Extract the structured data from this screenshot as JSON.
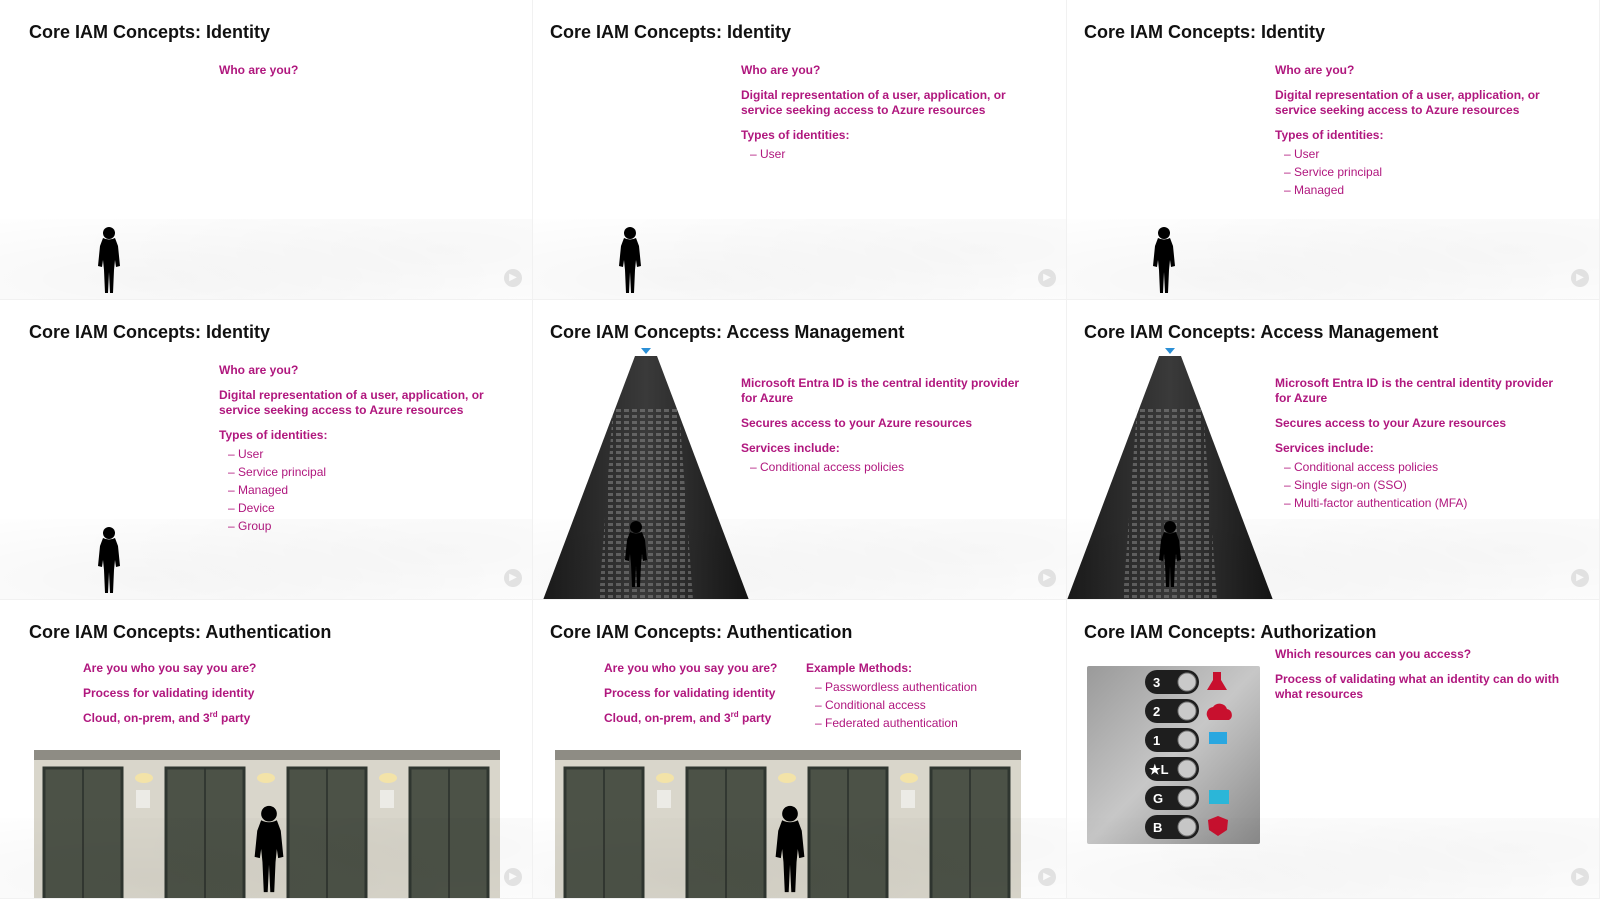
{
  "slides": [
    {
      "title": "Core IAM Concepts: Identity",
      "who": "Who are you?"
    },
    {
      "title": "Core IAM Concepts: Identity",
      "who": "Who are you?",
      "digital": "Digital representation of a user, application, or service seeking access to Azure resources",
      "types_label": "Types of identities:",
      "types": [
        "User"
      ]
    },
    {
      "title": "Core IAM Concepts: Identity",
      "who": "Who are you?",
      "digital": "Digital representation of a user, application, or service seeking access to Azure resources",
      "types_label": "Types of identities:",
      "types": [
        "User",
        "Service principal",
        "Managed"
      ]
    },
    {
      "title": "Core IAM Concepts: Identity",
      "who": "Who are you?",
      "digital": "Digital representation of a user, application, or service seeking access to Azure resources",
      "types_label": "Types of identities:",
      "types": [
        "User",
        "Service principal",
        "Managed",
        "Device",
        "Group"
      ]
    },
    {
      "title": "Core IAM Concepts: Access Management",
      "entra": "Microsoft Entra ID is the central identity provider for Azure",
      "secures": "Secures access to your Azure resources",
      "services_label": "Services include:",
      "services": [
        "Conditional access policies"
      ]
    },
    {
      "title": "Core IAM Concepts: Access Management",
      "entra": "Microsoft Entra ID is the central identity provider for Azure",
      "secures": "Secures access to your Azure resources",
      "services_label": "Services include:",
      "services": [
        "Conditional access policies",
        "Single sign-on (SSO)",
        "Multi-factor authentication (MFA)"
      ]
    },
    {
      "title": "Core IAM Concepts: Authentication",
      "q": "Are you who you say you are?",
      "process": "Process for validating identity",
      "cloud_prefix": "Cloud, on-prem, and 3",
      "cloud_sup": "rd",
      "cloud_suffix": " party"
    },
    {
      "title": "Core IAM Concepts: Authentication",
      "q": "Are you who you say you are?",
      "process": "Process for validating identity",
      "cloud_prefix": "Cloud, on-prem, and 3",
      "cloud_sup": "rd",
      "cloud_suffix": " party",
      "methods_label": "Example Methods:",
      "methods": [
        "Passwordless authentication",
        "Conditional access",
        "Federated authentication"
      ]
    },
    {
      "title": "Core IAM Concepts: Authorization",
      "which": "Which resources can you access?",
      "process": "Process of validating what an identity can do with what resources",
      "buttons": [
        "3",
        "2",
        "1",
        "★L",
        "G",
        "B"
      ]
    }
  ],
  "colors": {
    "accent": "#b0177e",
    "title": "#111111"
  },
  "icons": {
    "person": "person-silhouette-icon",
    "play": "play-icon"
  }
}
